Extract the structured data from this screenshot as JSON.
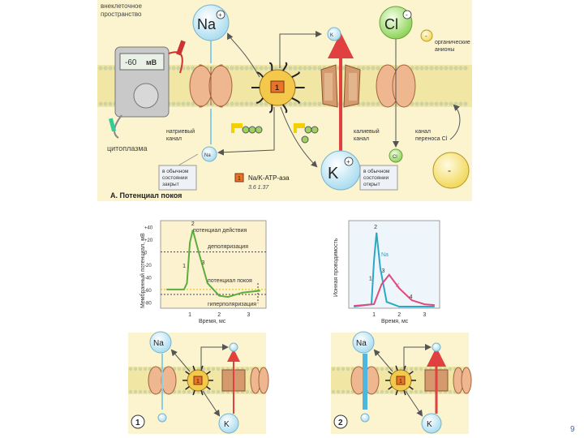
{
  "top": {
    "extracellular": [
      "внеклеточное",
      "пространство"
    ],
    "cytoplasm": "цитоплазма",
    "voltmeter": {
      "value": "-60",
      "unit": "мВ"
    },
    "ions": {
      "na": "Na",
      "cl": "Cl",
      "k": "K"
    },
    "small_ions": {
      "na": "Na",
      "k": "K",
      "cl": "Cl"
    },
    "organic_anions": [
      "органические",
      "анионы"
    ],
    "sodium_channel": [
      "натриевый",
      "канал"
    ],
    "potassium_channel": [
      "калиевый",
      "канал"
    ],
    "chloride_channel": [
      "канал",
      "переноса Cl"
    ],
    "closed_box": [
      "в обычном",
      "состоянии",
      "закрыт"
    ],
    "open_box": [
      "в обычном",
      "состоянии",
      "открыт"
    ],
    "atpase_badge": "1",
    "atpase_label": "Na/K-ATP-аза",
    "ref": "3.6 1.37",
    "caption": "А. Потенциал покоя"
  },
  "chart_data": [
    {
      "type": "line",
      "ylabel": "Мембранный потенциал, мВ",
      "xlabel": "Время, мс",
      "yticks": [
        "+40",
        "+20",
        "0",
        "-20",
        "-40",
        "-60",
        "-80"
      ],
      "xticks": [
        "1",
        "2",
        "3"
      ],
      "ylim": [
        -90,
        50
      ],
      "xlim": [
        0,
        3.6
      ],
      "labels": {
        "action": "потенциал действия",
        "depol": "деполяризация",
        "rest": "потенциал покоя",
        "hyper": "гиперполяризация"
      },
      "point_labels": [
        "1",
        "2",
        "3"
      ],
      "series": [
        {
          "x": [
            0.2,
            0.8,
            0.9,
            1.0,
            1.1,
            1.3,
            1.6,
            2.0,
            2.3,
            2.8,
            3.4
          ],
          "y": [
            -60,
            -60,
            -50,
            15,
            35,
            0,
            -50,
            -70,
            -72,
            -65,
            -62
          ]
        }
      ]
    },
    {
      "type": "line",
      "ylabel": "Ионная проводимость",
      "xlabel": "Время, мс",
      "xticks": [
        "1",
        "2",
        "3"
      ],
      "xlim": [
        0,
        3.6
      ],
      "ylim": [
        0,
        1
      ],
      "point_labels": [
        "1",
        "2",
        "3",
        "4"
      ],
      "series": [
        {
          "name": "Na",
          "x": [
            0.2,
            0.9,
            1.0,
            1.1,
            1.25,
            1.5,
            2.0,
            3.4
          ],
          "y": [
            0.02,
            0.05,
            0.6,
            0.95,
            0.5,
            0.08,
            0.02,
            0.02
          ]
        },
        {
          "name": "K",
          "x": [
            0.2,
            1.0,
            1.3,
            1.6,
            2.0,
            2.5,
            3.0,
            3.4
          ],
          "y": [
            0.03,
            0.05,
            0.3,
            0.42,
            0.25,
            0.1,
            0.05,
            0.04
          ]
        }
      ]
    }
  ],
  "panels": [
    {
      "number": "1",
      "na": "Na",
      "k": "K"
    },
    {
      "number": "2",
      "na": "Na",
      "k": "K"
    }
  ],
  "page_number": "9",
  "colors": {
    "membrane": "#f1e6a3",
    "lipid": "#cfd4a4",
    "channel": "#e8a880",
    "pump": "#f4c84a",
    "potassium": "#e04040",
    "sodium": "#8ccde6",
    "ion_bubble": "#c7e8f5",
    "chloride": "#a6db70",
    "badge": "#e8742a",
    "curve": "#5cae3c",
    "na_curve": "#2aa8c4",
    "k_curve": "#e04a7a"
  }
}
